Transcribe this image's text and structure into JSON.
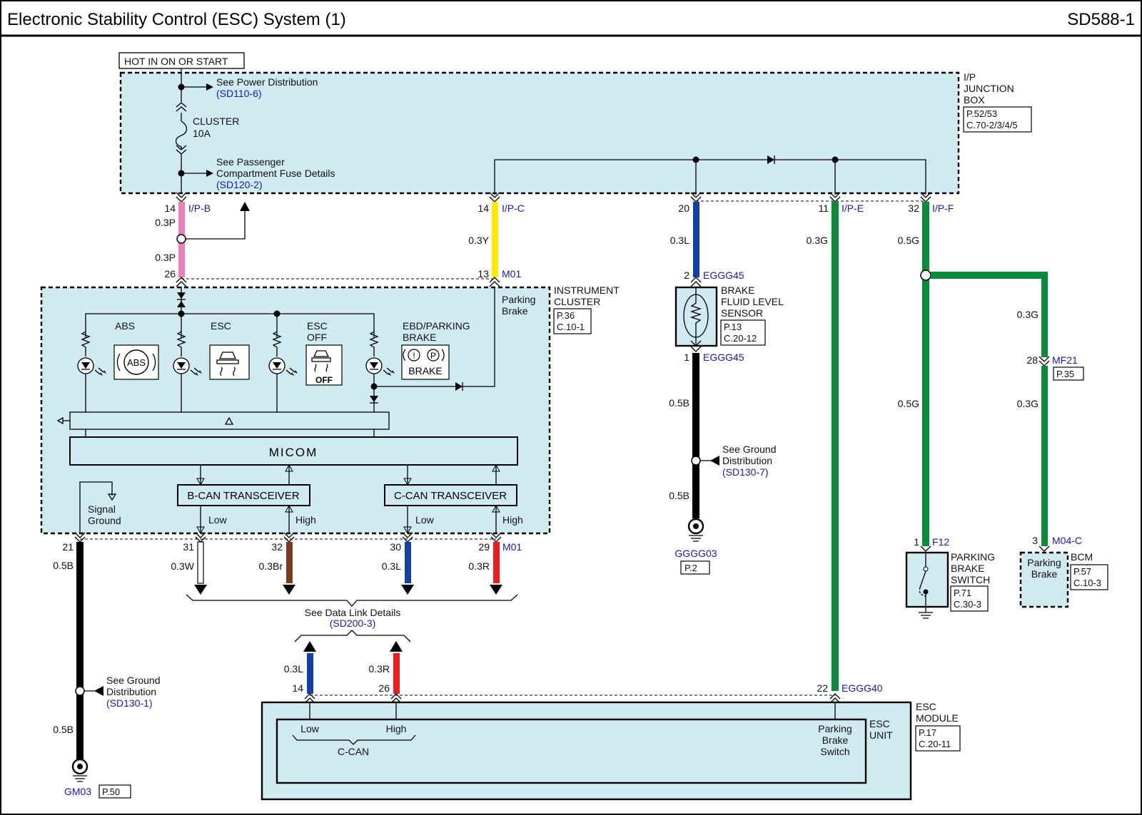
{
  "header": {
    "title": "Electronic Stability Control (ESC) System (1)",
    "page_code": "SD588-1"
  },
  "power": {
    "hot_label": "HOT IN ON OR START"
  },
  "ip_junction_box": {
    "name": "I/P\nJUNCTION\nBOX",
    "ref": [
      "P.52/53",
      "C.70-2/3/4/5"
    ],
    "see_power": "See Power Distribution",
    "see_power_ref": "(SD110-6)",
    "fuse_name": "CLUSTER",
    "fuse_rating": "10A",
    "see_fuse": [
      "See Passenger",
      "Compartment Fuse Details"
    ],
    "see_fuse_ref": "(SD120-2)"
  },
  "connectors": {
    "ipb": {
      "name": "I/P-B",
      "pin": "14"
    },
    "ipc": {
      "name": "I/P-C",
      "pin": "14"
    },
    "ipd_pin": "20",
    "ipe": {
      "name": "I/P-E",
      "pin": "11"
    },
    "ipf": {
      "name": "I/P-F",
      "pin": "32"
    },
    "m01_top": {
      "name": "M01",
      "pin_pink": "26",
      "pin_yellow": "13"
    },
    "m01_bottom": {
      "name": "M01",
      "pins": [
        "21",
        "31",
        "32",
        "30",
        "29"
      ]
    },
    "eggg45_top": {
      "name": "EGGG45",
      "pin": "2"
    },
    "eggg45_bottom": {
      "name": "EGGG45",
      "pin": "1"
    },
    "mf21": {
      "name": "MF21",
      "pin": "28",
      "ref": "P.35"
    },
    "f12": {
      "name": "F12",
      "pin": "1"
    },
    "m04c": {
      "name": "M04-C",
      "pin": "3"
    },
    "eggg40": {
      "name": "EGGG40",
      "pin": "22"
    },
    "esc_pins": [
      "14",
      "26"
    ]
  },
  "wires": {
    "pink_upper": "0.3P",
    "pink_lower": "0.3P",
    "yellow": "0.3Y",
    "blue_top": "0.3L",
    "green_e": "0.3G",
    "green_f": "0.5G",
    "green_branch_upper": "0.3G",
    "green_f_lower": "0.5G",
    "green_branch_lower": "0.3G",
    "black_sensor_upper": "0.5B",
    "black_sensor_lower": "0.5B",
    "black_left_upper": "0.5B",
    "black_left_lower": "0.5B",
    "white": "0.3W",
    "brown": "0.3Br",
    "blue_bottom": "0.3L",
    "red_bottom": "0.3R",
    "esc_blue": "0.3L",
    "esc_red": "0.3R"
  },
  "instrument_cluster": {
    "name": [
      "INSTRUMENT",
      "CLUSTER"
    ],
    "ref": [
      "P.36",
      "C.10-1"
    ],
    "parking_brake": [
      "Parking",
      "Brake"
    ],
    "lamps": [
      "ABS",
      "ESC",
      "ESC\nOFF",
      "EBD/PARKING\nBRAKE"
    ],
    "abs_icon": "(ABS)",
    "brake_icon_symbols": "((!)(P))",
    "brake_icon_word": "BRAKE",
    "esc_off_icon": "OFF",
    "micom": "MICOM",
    "bcan": "B-CAN TRANSCEIVER",
    "ccan": "C-CAN TRANSCEIVER",
    "low": "Low",
    "high": "High",
    "signal_ground": [
      "Signal",
      "Ground"
    ]
  },
  "sensor": {
    "name": [
      "BRAKE",
      "FLUID LEVEL",
      "SENSOR"
    ],
    "ref": [
      "P.13",
      "C.20-12"
    ]
  },
  "grounds": {
    "dist_sensor": [
      "See Ground",
      "Distribution"
    ],
    "dist_sensor_ref": "(SD130-7)",
    "gggg03": "GGGG03",
    "gggg03_ref": "P.2",
    "dist_left": [
      "See Ground",
      "Distribution"
    ],
    "dist_left_ref": "(SD130-1)",
    "gm03": "GM03",
    "gm03_ref": "P.50"
  },
  "data_link": {
    "label": "See Data Link Details",
    "ref": "(SD200-3)"
  },
  "parking_brake_switch": {
    "name": [
      "PARKING",
      "BRAKE",
      "SWITCH"
    ],
    "ref": [
      "P.71",
      "C.30-3"
    ]
  },
  "bcm": {
    "name": "BCM",
    "inner": [
      "Parking",
      "Brake"
    ],
    "ref": [
      "P.57",
      "C.10-3"
    ]
  },
  "esc_module": {
    "name": [
      "ESC",
      "MODULE"
    ],
    "ref": [
      "P.17",
      "C.20-11"
    ],
    "unit": [
      "ESC",
      "UNIT"
    ],
    "low": "Low",
    "high": "High",
    "ccan": "C-CAN",
    "pb_switch": [
      "Parking",
      "Brake",
      "Switch"
    ]
  },
  "colors": {
    "pink": "#ec7fbd",
    "yellow": "#ffee00",
    "blue": "#123fa8",
    "green": "#0b8a3a",
    "black": "#000000",
    "brown": "#7a3b1e",
    "red": "#ee1c1c",
    "panel": "#cfeaf0",
    "link": "#1a1aa6"
  }
}
